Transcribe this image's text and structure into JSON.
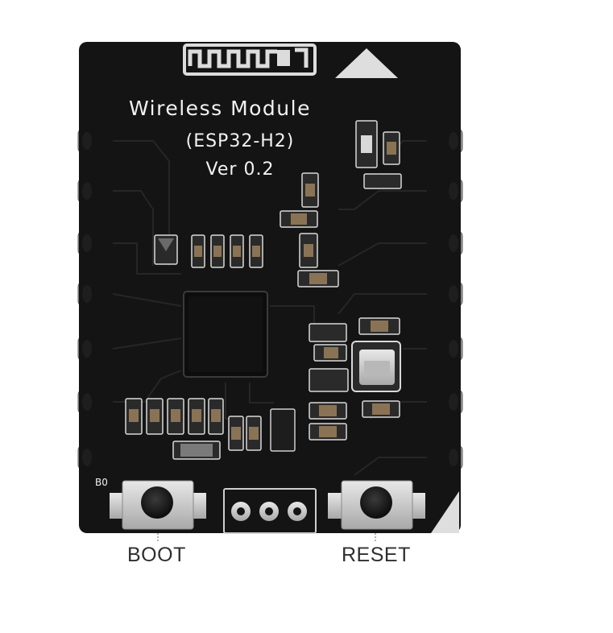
{
  "board": {
    "title_line1": "Wireless Module",
    "title_line2": "(ESP32-H2)",
    "title_line3": "Ver 0.2",
    "pin_label_b0": "B0"
  },
  "labels": {
    "boot": "BOOT",
    "reset": "RESET"
  },
  "colors": {
    "pcb": "#141414",
    "silk": "#f2f2f2",
    "metal": "#c9c9c9",
    "caption": "#2f2f2f"
  }
}
